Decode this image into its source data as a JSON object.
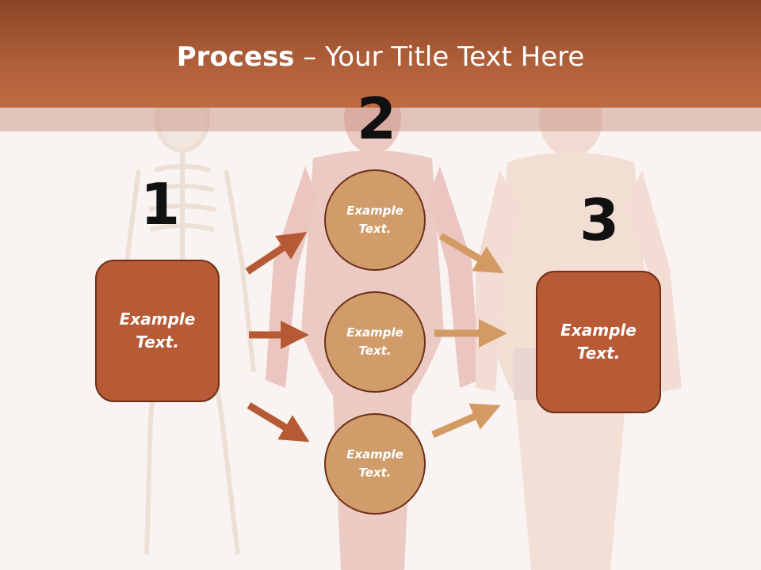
{
  "title": {
    "bold": "Process",
    "rest": " – Your Title Text Here"
  },
  "steps": {
    "one": "1",
    "two": "2",
    "three": "3"
  },
  "left_box": {
    "line1": "Example",
    "line2": "Text."
  },
  "circles": [
    {
      "line1": "Example",
      "line2": "Text."
    },
    {
      "line1": "Example",
      "line2": "Text."
    },
    {
      "line1": "Example",
      "line2": "Text."
    }
  ],
  "right_box": {
    "line1": "Example",
    "line2": "Text."
  },
  "colors": {
    "header": "#b0603a",
    "box": "#b75b36",
    "circle": "#cf9c6a",
    "arrow_left": "#b55a34",
    "arrow_right": "#d39a64"
  }
}
